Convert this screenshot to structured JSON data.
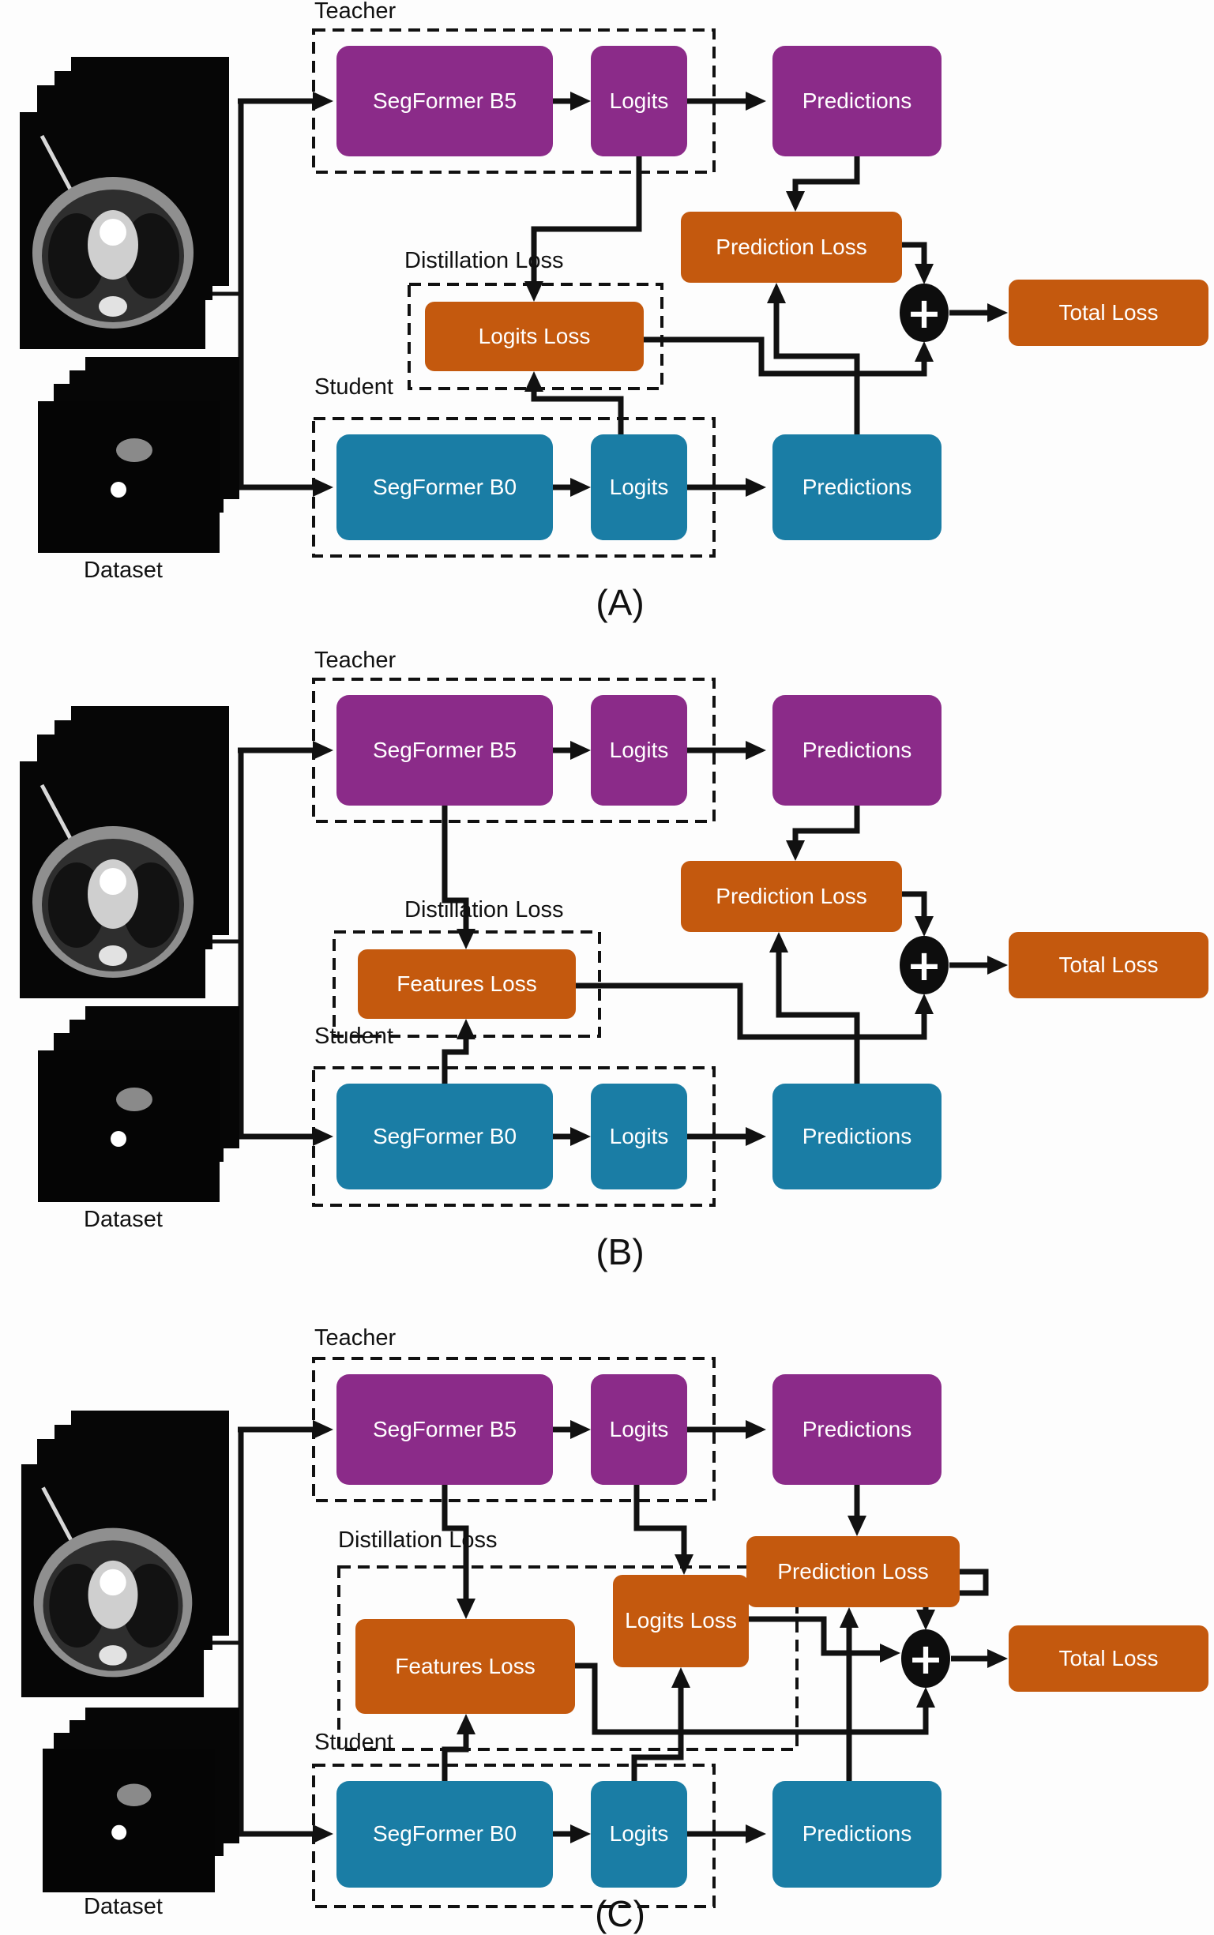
{
  "colors": {
    "teacher_box": "#8B2B89",
    "student_box": "#1A7DA5",
    "loss_box": "#C4590E",
    "wire": "#111111",
    "background": "#fdfdfd"
  },
  "panels": [
    {
      "letter": "(A)",
      "labels": {
        "teacher": "Teacher",
        "student": "Student",
        "distillation": "Distillation Loss",
        "dataset": "Dataset"
      },
      "teacher": {
        "model": "SegFormer B5",
        "logits": "Logits",
        "predictions": "Predictions"
      },
      "student": {
        "model": "SegFormer B0",
        "logits": "Logits",
        "predictions": "Predictions"
      },
      "losses": {
        "logits_loss": "Logits Loss",
        "prediction": "Prediction Loss",
        "total": "Total Loss"
      },
      "plus": "+"
    },
    {
      "letter": "(B)",
      "labels": {
        "teacher": "Teacher",
        "student": "Student",
        "distillation": "Distillation Loss",
        "dataset": "Dataset"
      },
      "teacher": {
        "model": "SegFormer B5",
        "logits": "Logits",
        "predictions": "Predictions"
      },
      "student": {
        "model": "SegFormer B0",
        "logits": "Logits",
        "predictions": "Predictions"
      },
      "losses": {
        "features_loss": "Features Loss",
        "prediction": "Prediction Loss",
        "total": "Total Loss"
      },
      "plus": "+"
    },
    {
      "letter": "(C)",
      "labels": {
        "teacher": "Teacher",
        "student": "Student",
        "distillation": "Distillation Loss",
        "dataset": "Dataset"
      },
      "teacher": {
        "model": "SegFormer B5",
        "logits": "Logits",
        "predictions": "Predictions"
      },
      "student": {
        "model": "SegFormer B0",
        "logits": "Logits",
        "predictions": "Predictions"
      },
      "losses": {
        "features_loss": "Features Loss",
        "logits_loss": "Logits Loss",
        "prediction": "Prediction Loss",
        "total": "Total Loss"
      },
      "plus": "+"
    }
  ]
}
